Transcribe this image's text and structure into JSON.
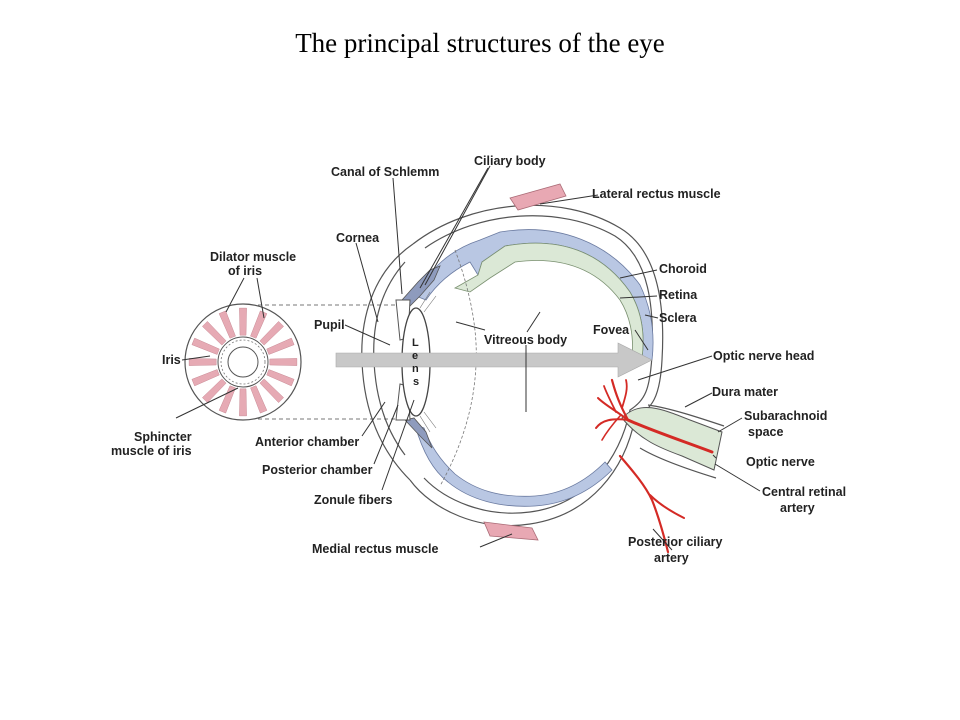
{
  "title": "The principal structures of the eye",
  "colors": {
    "choroid": "#b9c7e3",
    "retina": "#dbe8d6",
    "muscle": "#e8a8b3",
    "vessel": "#d42a25",
    "iris_radial": "#e6aab4",
    "arrow": "#c8c8c8",
    "outline": "#555555"
  },
  "labels": {
    "canal_of_schlemm": "Canal of Schlemm",
    "ciliary_body": "Ciliary body",
    "lateral_rectus_muscle": "Lateral rectus muscle",
    "cornea": "Cornea",
    "dilator_muscle_of_iris": [
      "Dilator muscle",
      "of iris"
    ],
    "choroid": "Choroid",
    "retina": "Retina",
    "sclera": "Sclera",
    "pupil": "Pupil",
    "vitreous_body": "Vitreous body",
    "fovea": "Fovea",
    "optic_nerve_head": "Optic nerve head",
    "iris": "Iris",
    "dura_mater": "Dura mater",
    "subarachnoid_space": [
      "Subarachnoid",
      "space"
    ],
    "sphincter_muscle_of_iris": [
      "Sphincter",
      "muscle of iris"
    ],
    "anterior_chamber": "Anterior chamber",
    "posterior_chamber": "Posterior chamber",
    "optic_nerve": "Optic nerve",
    "central_retinal_artery": [
      "Central retinal",
      "artery"
    ],
    "zonule_fibers": "Zonule fibers",
    "medial_rectus_muscle": "Medial rectus muscle",
    "posterior_ciliary_artery": [
      "Posterior ciliary",
      "artery"
    ],
    "lens_letters": [
      "L",
      "e",
      "n",
      "s"
    ]
  }
}
